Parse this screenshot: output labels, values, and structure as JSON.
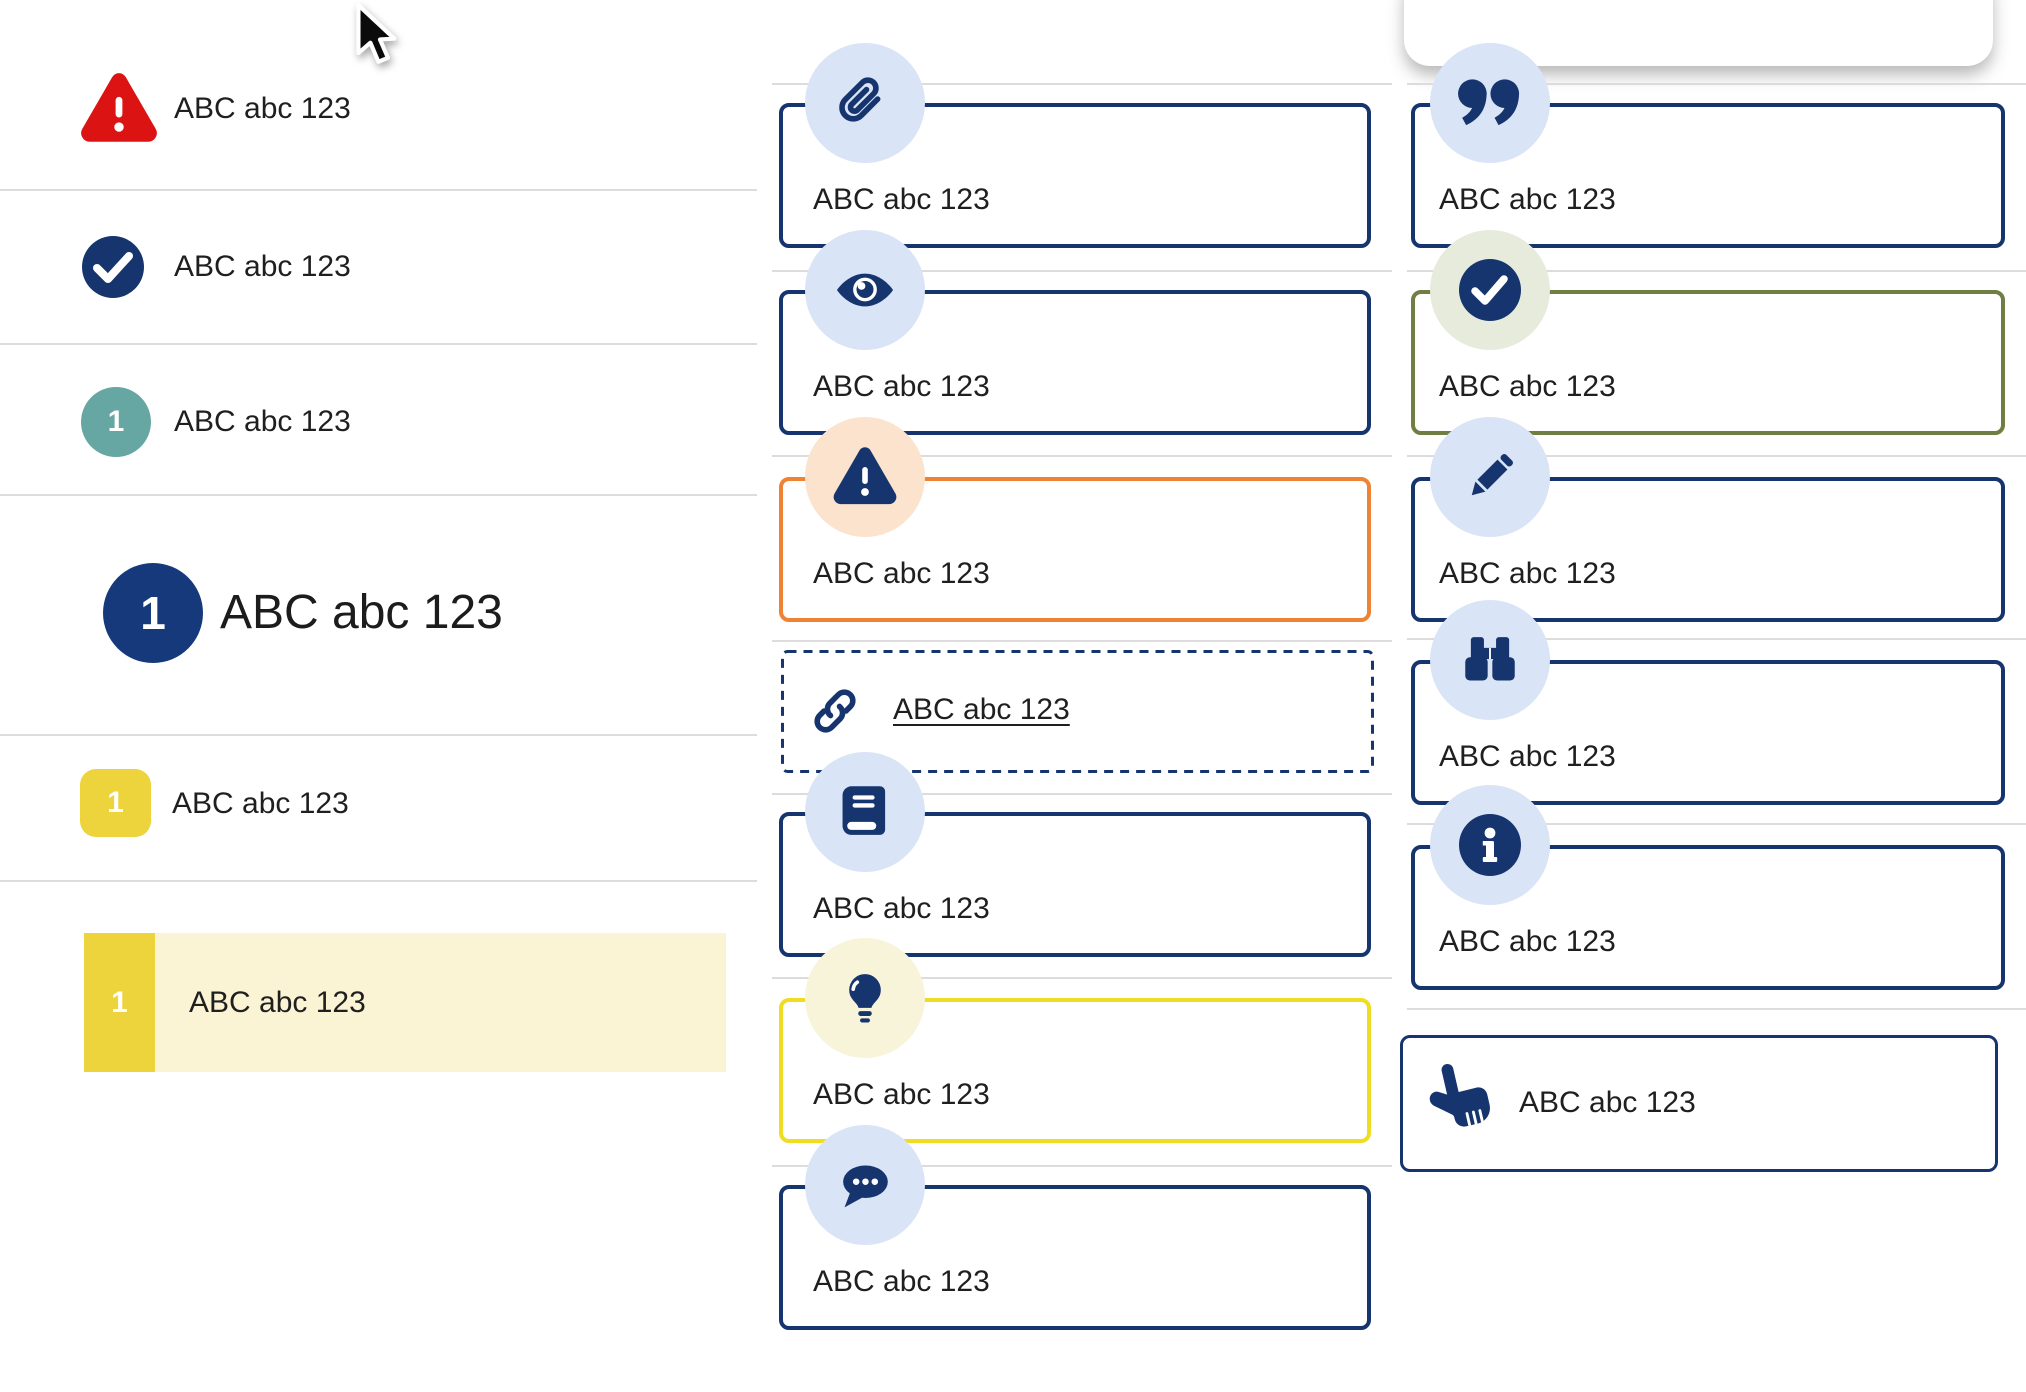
{
  "left_list": {
    "items": [
      {
        "icon": "warning-triangle",
        "label": "ABC abc 123"
      },
      {
        "icon": "check-circle",
        "label": "ABC abc 123"
      },
      {
        "icon": "teal-number",
        "badge": "1",
        "label": "ABC abc 123"
      },
      {
        "icon": "navy-number-large",
        "badge": "1",
        "label": "ABC abc 123"
      },
      {
        "icon": "yellow-number",
        "badge": "1",
        "label": "ABC abc 123"
      },
      {
        "icon": "yellow-number-highlighted",
        "badge": "1",
        "label": "ABC abc 123"
      }
    ]
  },
  "middle_callouts": {
    "items": [
      {
        "icon": "paperclip",
        "variant": "navy",
        "label": "ABC abc 123"
      },
      {
        "icon": "eye",
        "variant": "navy",
        "label": "ABC abc 123"
      },
      {
        "icon": "warning",
        "variant": "orange",
        "label": "ABC abc 123"
      },
      {
        "icon": "link",
        "variant": "dashed",
        "label": "ABC abc 123"
      },
      {
        "icon": "book",
        "variant": "navy",
        "label": "ABC abc 123"
      },
      {
        "icon": "lightbulb",
        "variant": "yellow",
        "label": "ABC abc 123"
      },
      {
        "icon": "chat",
        "variant": "navy",
        "label": "ABC abc 123"
      }
    ]
  },
  "right_callouts": {
    "items": [
      {
        "icon": "quote",
        "variant": "navy",
        "label": "ABC abc 123"
      },
      {
        "icon": "check-circle",
        "variant": "olive",
        "label": "ABC abc 123"
      },
      {
        "icon": "pencil",
        "variant": "navy",
        "label": "ABC abc 123"
      },
      {
        "icon": "binoculars",
        "variant": "navy",
        "label": "ABC abc 123"
      },
      {
        "icon": "info",
        "variant": "navy",
        "label": "ABC abc 123"
      },
      {
        "icon": "hand-pointer",
        "variant": "inline",
        "label": "ABC abc 123"
      }
    ]
  },
  "colors": {
    "navy": "#16356E",
    "navy_big": "#15397B",
    "lightblue": "#D9E4F6",
    "peach": "#FBE3CE",
    "cream": "#F8F4D9",
    "sage": "#E7EBDB",
    "red": "#DC1313",
    "teal": "#67A7A3",
    "yellow": "#EDD33C",
    "yellow_border": "#F0DC20",
    "cream_bar": "#FAF3D4",
    "orange": "#ED8333",
    "olive": "#6F7E42",
    "divider": "#DCDCDC",
    "text": "#1F1F1F"
  }
}
